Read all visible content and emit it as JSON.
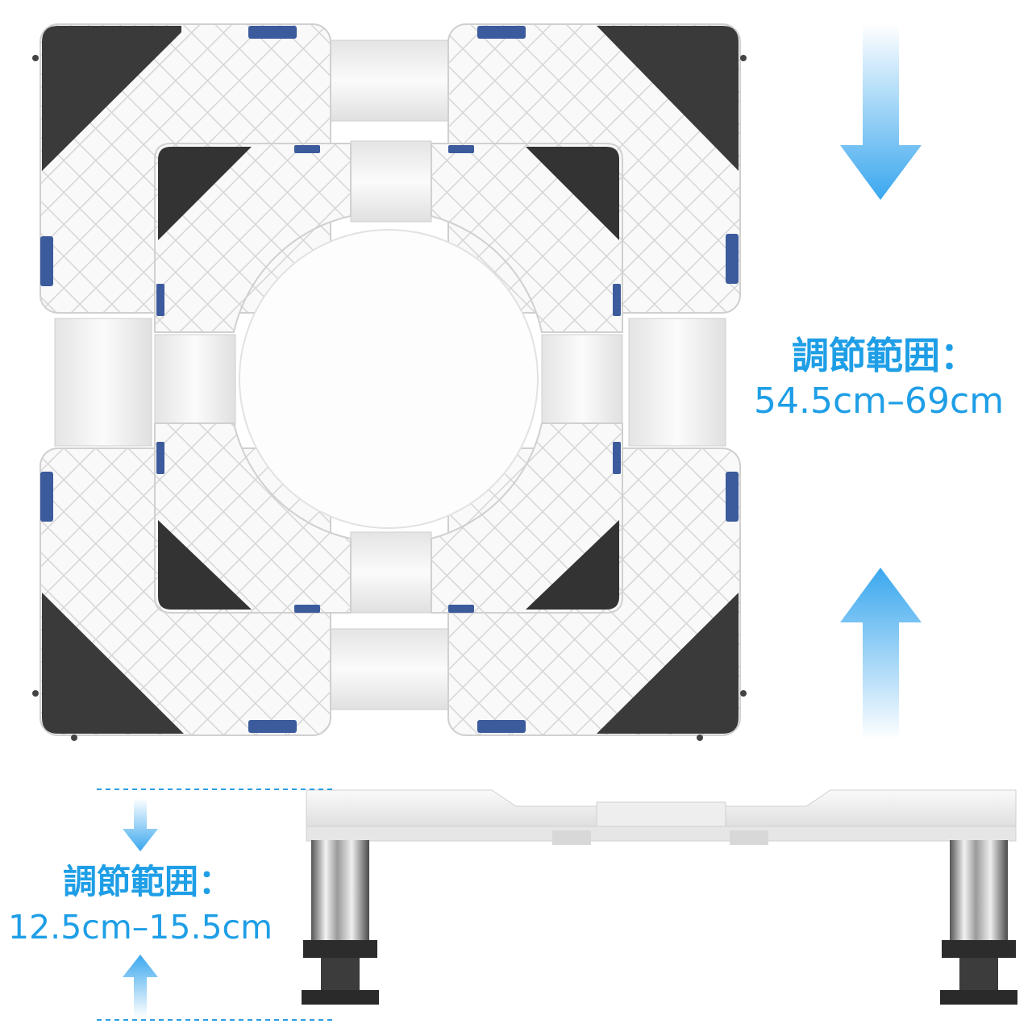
{
  "width_range": {
    "label": "調節範囲：",
    "value": "54.5cm–69cm"
  },
  "height_range": {
    "label": "調節範囲：",
    "value": "12.5cm–15.5cm"
  },
  "colors": {
    "accent_blue": "#1e9ee6",
    "rubber_pad": "#3a3a3a",
    "frame_white": "#f6f6f6",
    "grid_line": "#d4d4d4",
    "level_blue": "#3c5b9c"
  },
  "icons": [
    "arrow-down-icon",
    "arrow-up-icon",
    "bubble-level-icon",
    "rubber-pad-icon"
  ]
}
